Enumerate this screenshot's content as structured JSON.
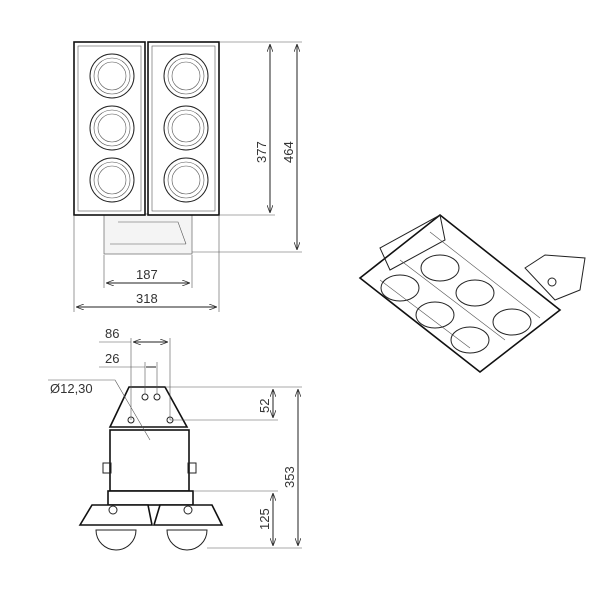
{
  "drawing": {
    "front_view": {
      "dims": {
        "height_panel": "377",
        "height_total": "464",
        "width_box": "187",
        "width_total": "318"
      }
    },
    "side_view": {
      "dims": {
        "hole_span": "86",
        "hole_pitch": "26",
        "hole_diameter": "Ø12,30",
        "bracket_height": "52",
        "height_total": "353",
        "lamp_height": "125"
      }
    }
  }
}
